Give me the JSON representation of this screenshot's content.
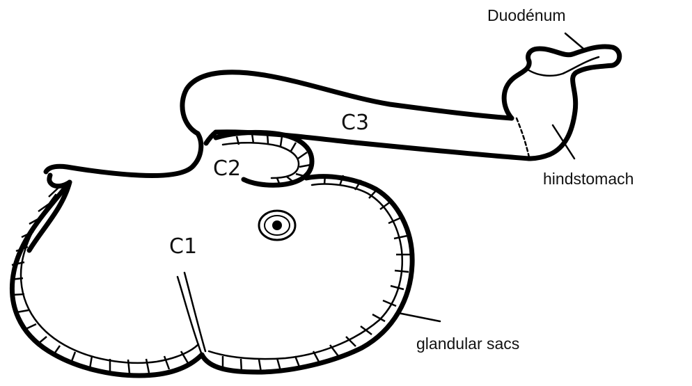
{
  "labels": {
    "duodenum": "Duodénum",
    "hindstomach": "hindstomach",
    "glandular_sacs": "glandular sacs",
    "c1": "C1",
    "c2": "C2",
    "c3": "C3"
  }
}
